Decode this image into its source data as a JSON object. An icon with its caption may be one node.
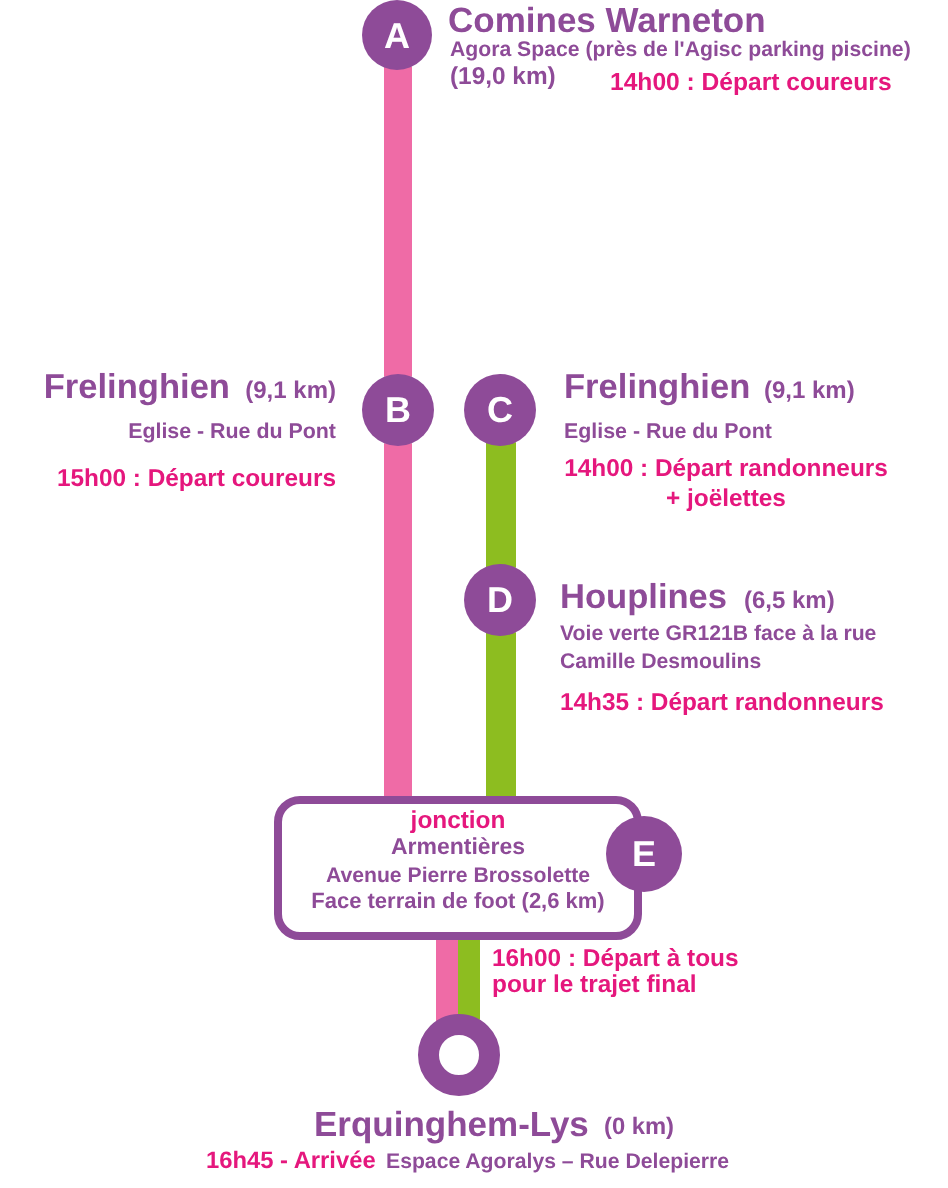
{
  "diagram": {
    "nodes": [
      {
        "text": [
          "A"
        ],
        "beside": [
          "Comines Warneton",
          "Agora Space (près de l'Agisc parking piscine)",
          "(19,0 km)",
          "14h00 : Départ coureurs"
        ]
      },
      {
        "text": [
          "B"
        ],
        "beside": [
          "Frelinghien",
          "(9,1 km)",
          "Eglise - Rue du Pont",
          "15h00 : Départ coureurs"
        ]
      },
      {
        "text": [
          "C"
        ],
        "beside": [
          "Frelinghien",
          "(9,1 km)",
          "Eglise - Rue du Pont",
          "14h00 : Départ randonneurs + joëlettes"
        ]
      },
      {
        "text": [
          "D"
        ],
        "beside": [
          "Houplines",
          "(6,5 km)",
          "Voie verte GR121B face à la rue Camille Desmoulins",
          "14h35 : Départ randonneurs"
        ]
      },
      {
        "text": [
          "jonction",
          "Armentières",
          "Avenue Pierre Brossolette",
          "Face terrain de foot (2,6 km)"
        ],
        "beside": [
          "16h00 : Départ à tous pour le trajet final"
        ]
      },
      {
        "text": [
          "E"
        ]
      },
      {
        "text": [],
        "shape": "circle",
        "beside": [
          "Erquinghem-Lys",
          "(0 km)",
          "16h45 - Arrivée",
          "Espace Agoralys – Rue Delepierre"
        ]
      }
    ],
    "edges": [
      {
        "from": 0,
        "to": 1,
        "arrow": "none",
        "color": "#ef6ba6"
      },
      {
        "from": 1,
        "to": 4,
        "arrow": "none",
        "color": "#ef6ba6"
      },
      {
        "from": 2,
        "to": 3,
        "arrow": "none",
        "color": "#8dbd20"
      },
      {
        "from": 3,
        "to": 4,
        "arrow": "none",
        "color": "#8dbd20"
      },
      {
        "from": 4,
        "to": 6,
        "arrow": "none",
        "color": "#ef6ba6"
      },
      {
        "from": 4,
        "to": 6,
        "arrow": "none",
        "color": "#8dbd20"
      }
    ]
  }
}
